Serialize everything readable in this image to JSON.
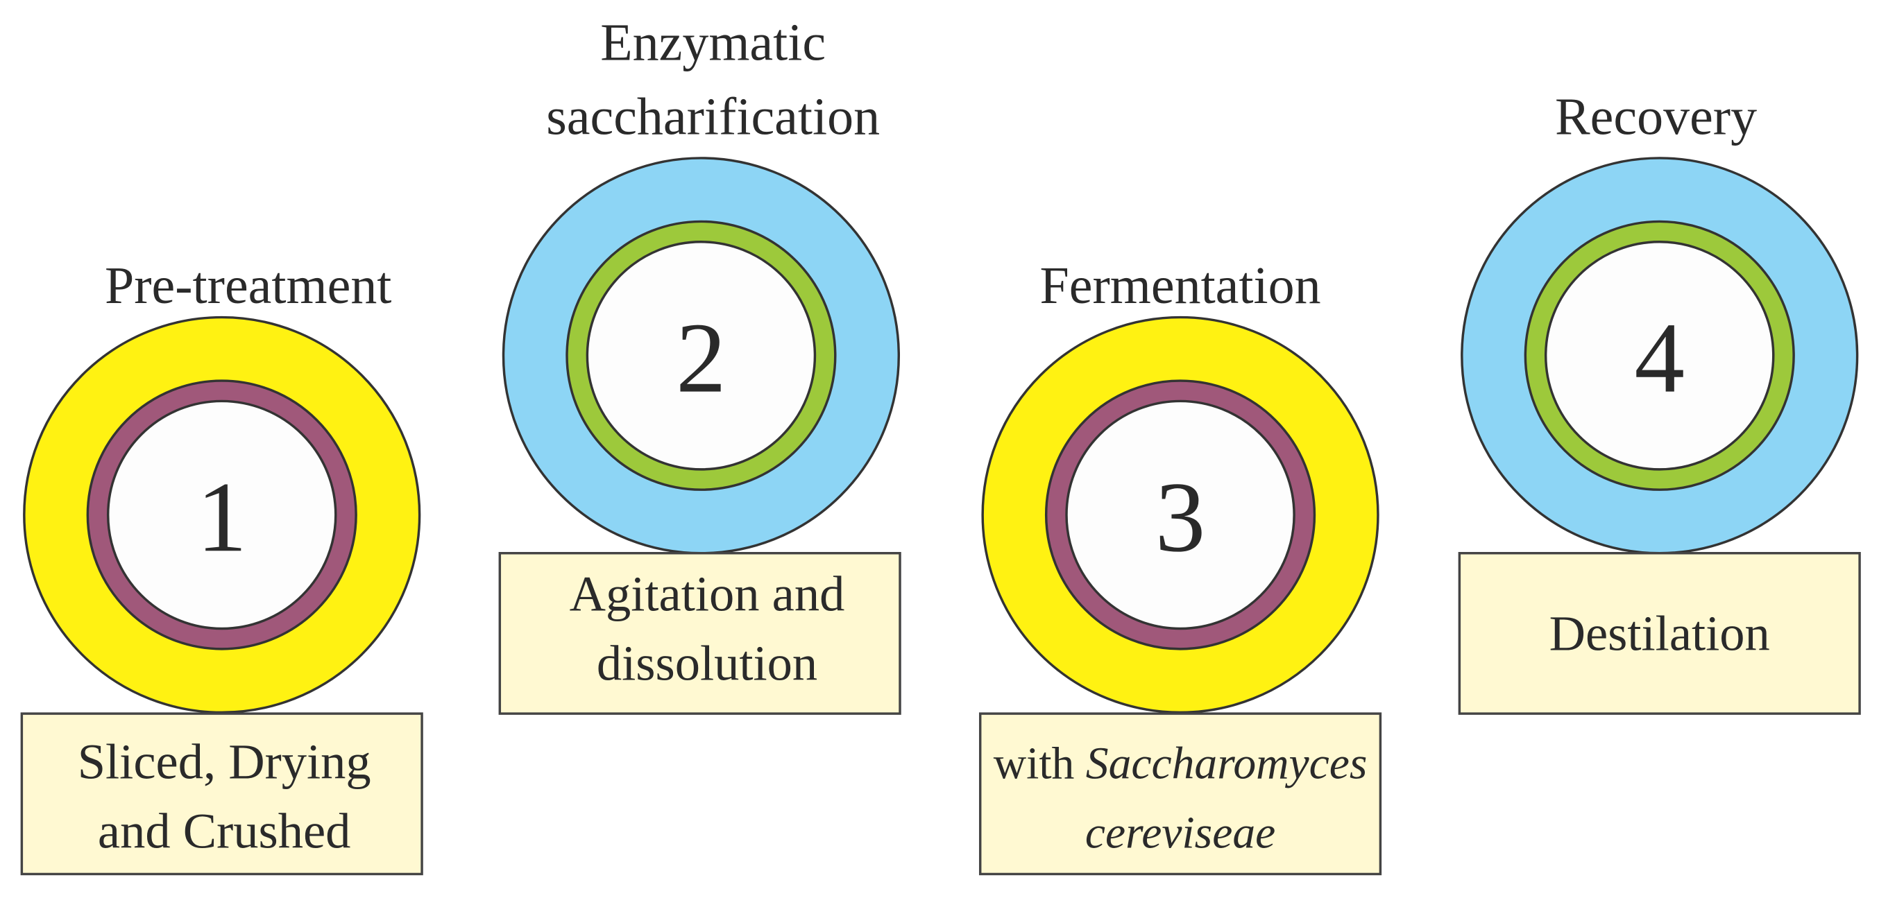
{
  "colors": {
    "yellow": "#FFF212",
    "purple": "#A0587A",
    "blue": "#8DD5F5",
    "green": "#9DC93B",
    "center": "#FDFDFD",
    "box": "#FFF9D2"
  },
  "steps": [
    {
      "number": "1",
      "title_lines": [
        "Pre-treatment"
      ],
      "box_lines": [
        "Sliced, Drying",
        "and Crushed"
      ]
    },
    {
      "number": "2",
      "title_lines": [
        "Enzymatic",
        "saccharification"
      ],
      "box_lines": [
        "Agitation and",
        "dissolution"
      ]
    },
    {
      "number": "3",
      "title_lines": [
        "Fermentation"
      ],
      "box_prefix": "with ",
      "box_italic_1": "Saccharomyces",
      "box_italic_2": "cereviseae"
    },
    {
      "number": "4",
      "title_lines": [
        "Recovery"
      ],
      "box_lines": [
        "Destilation"
      ]
    }
  ]
}
